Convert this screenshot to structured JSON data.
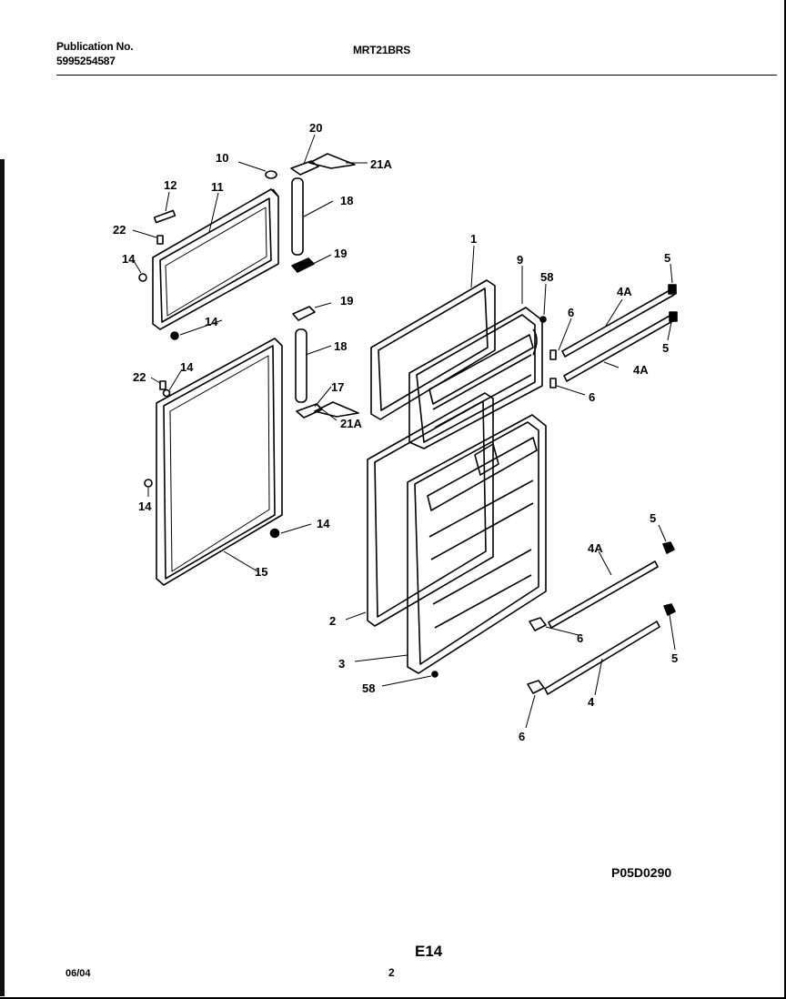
{
  "header": {
    "publication_label": "Publication No.",
    "publication_number": "5995254587",
    "model": "MRT21BRS"
  },
  "footer": {
    "drawing_number": "P05D0290",
    "section_code": "E14",
    "date_code": "06/04",
    "page_number": "2"
  },
  "callouts": {
    "c1": "1",
    "c2": "2",
    "c3": "3",
    "c4": "4",
    "c4a_1": "4A",
    "c4a_2": "4A",
    "c4a_3": "4A",
    "c5_1": "5",
    "c5_2": "5",
    "c5_3": "5",
    "c5_4": "5",
    "c6_1": "6",
    "c6_2": "6",
    "c6_3": "6",
    "c6_4": "6",
    "c9": "9",
    "c10": "10",
    "c11": "11",
    "c12": "12",
    "c14_1": "14",
    "c14_2": "14",
    "c14_3": "14",
    "c14_4": "14",
    "c14_5": "14",
    "c15": "15",
    "c17": "17",
    "c18_1": "18",
    "c18_2": "18",
    "c19_1": "19",
    "c19_2": "19",
    "c20": "20",
    "c21a_1": "21A",
    "c21a_2": "21A",
    "c22_1": "22",
    "c22_2": "22",
    "c58_1": "58",
    "c58_2": "58"
  }
}
